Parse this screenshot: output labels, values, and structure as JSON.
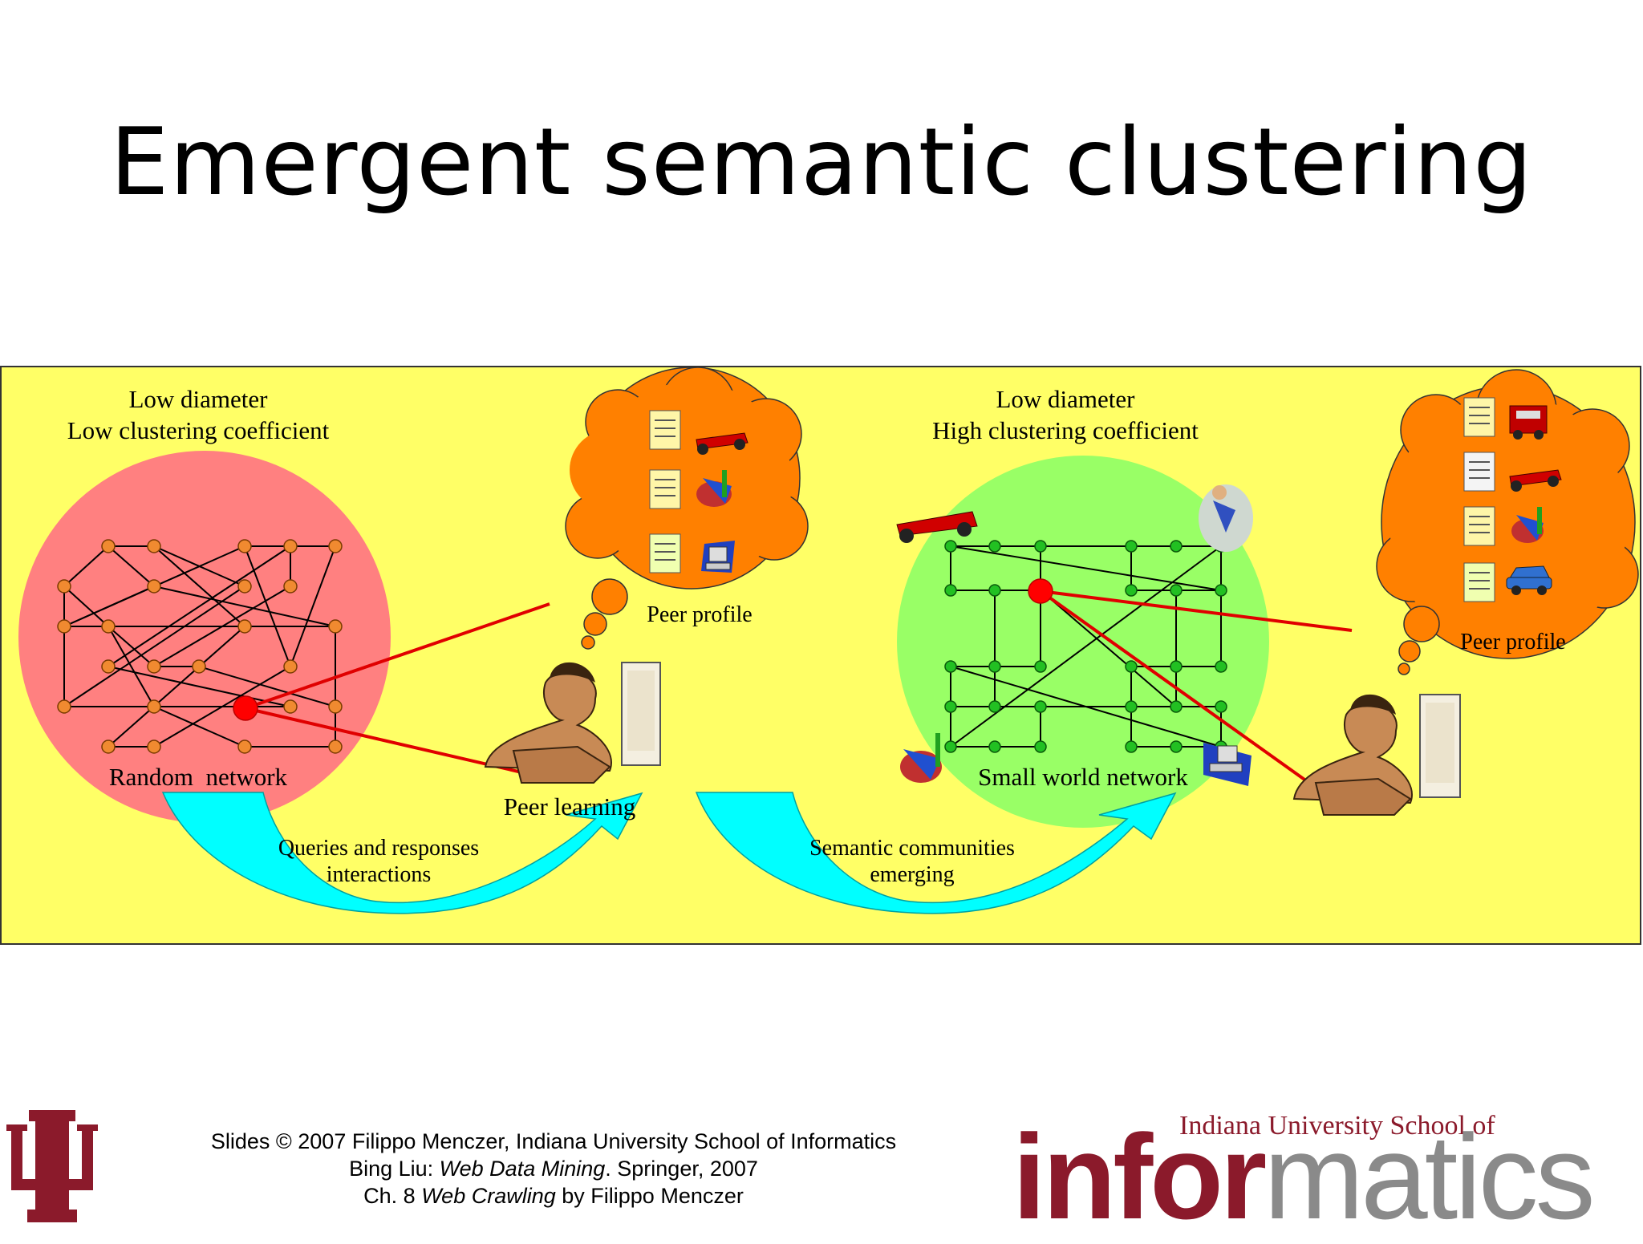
{
  "title": "Emergent semantic clustering",
  "diagram": {
    "left_panel": {
      "caption_line1": "Low diameter",
      "caption_line2": "Low clustering coefficient",
      "network_label": "Random  network"
    },
    "right_panel": {
      "caption_line1": "Low diameter",
      "caption_line2": "High clustering coefficient",
      "network_label": "Small world network"
    },
    "peer_profile_left": "Peer profile",
    "peer_profile_right": "Peer profile",
    "peer_learning": "Peer learning",
    "arrow1_line1": "Queries and responses",
    "arrow1_line2": "interactions",
    "arrow2_line1": "Semantic communities",
    "arrow2_line2": "emerging",
    "colors": {
      "background": "#ffff66",
      "random_circle": "#ff8080",
      "small_world_circle": "#99ff66",
      "cloud": "#ff8000",
      "arrow": "#00ffff",
      "highlight_node": "#ff0000"
    }
  },
  "footer": {
    "line1": "Slides © 2007 Filippo Menczer, Indiana University School of Informatics",
    "line2_prefix": "Bing Liu: ",
    "line2_italic": "Web Data Mining",
    "line2_suffix": ". Springer, 2007",
    "line3_prefix": "Ch. 8 ",
    "line3_italic": "Web Crawling",
    "line3_suffix": " by Filippo Menczer"
  },
  "logos": {
    "iu_logo": "IU trident",
    "informatics_sub": "Indiana University School of",
    "informatics_bold": "infor",
    "informatics_light": "matics"
  }
}
